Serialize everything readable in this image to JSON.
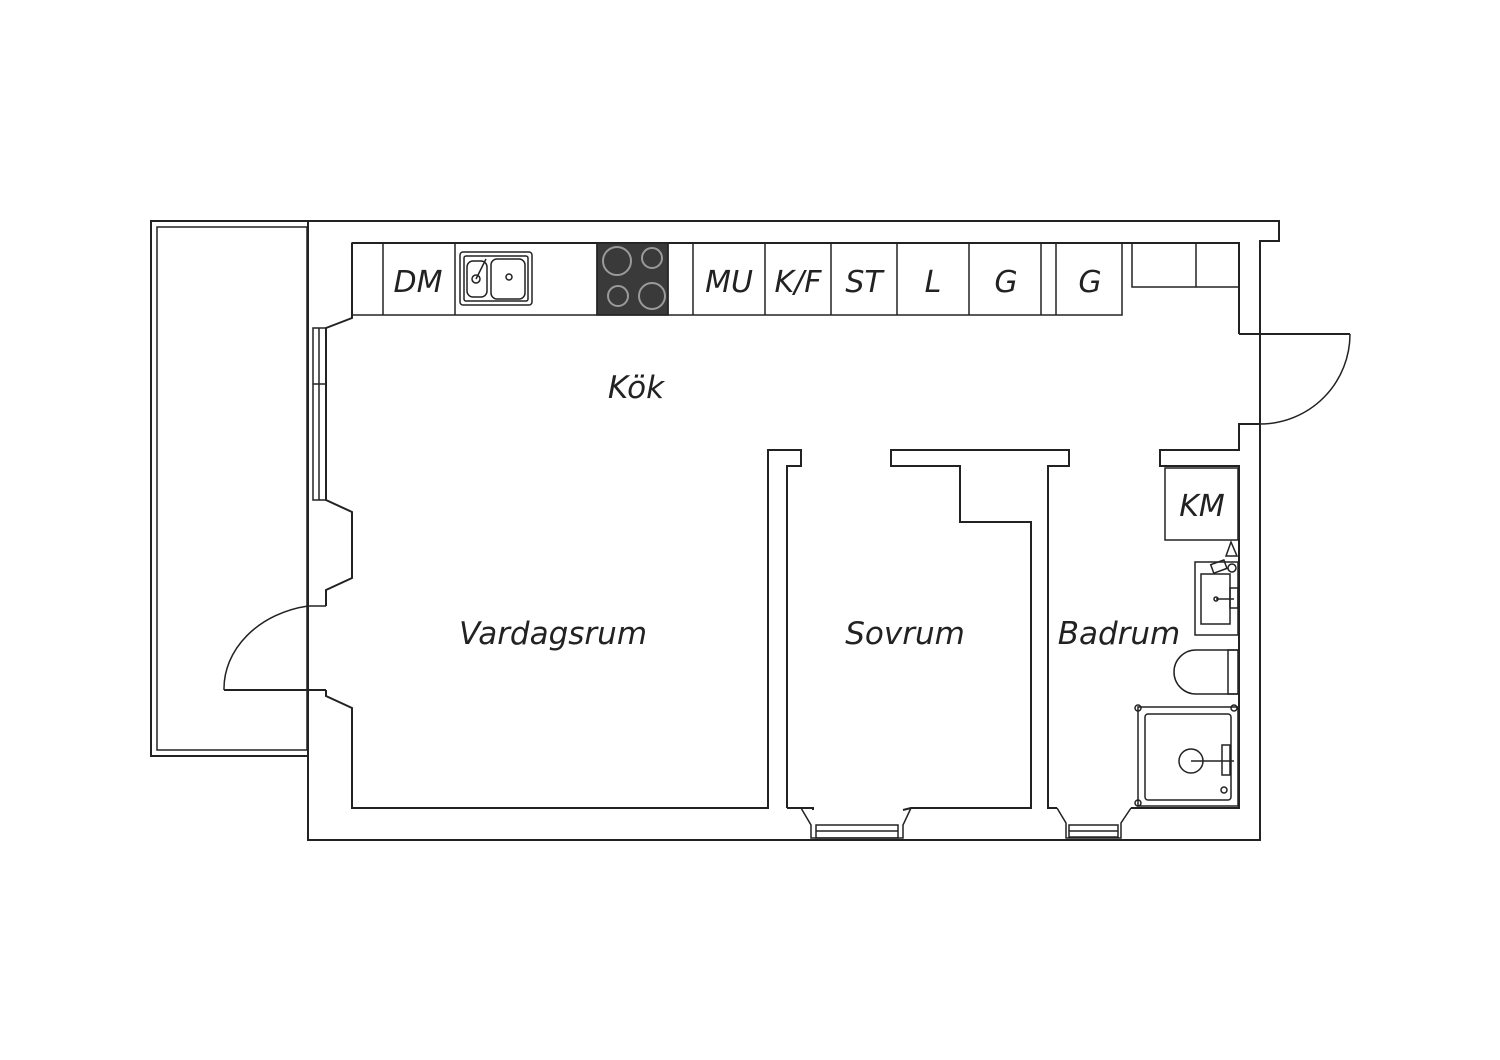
{
  "rooms": {
    "kitchen": "Kök",
    "living": "Vardagsrum",
    "bedroom": "Sovrum",
    "bathroom": "Badrum"
  },
  "appliances": {
    "dishwasher": "DM",
    "microwave": "MU",
    "fridge_freezer": "K/F",
    "storage": "ST",
    "pantry": "L",
    "wardrobe_1": "G",
    "wardrobe_2": "G",
    "washing_machine": "KM"
  },
  "colors": {
    "line": "#222222",
    "background": "#ffffff",
    "stove": "#3a3a3a"
  }
}
